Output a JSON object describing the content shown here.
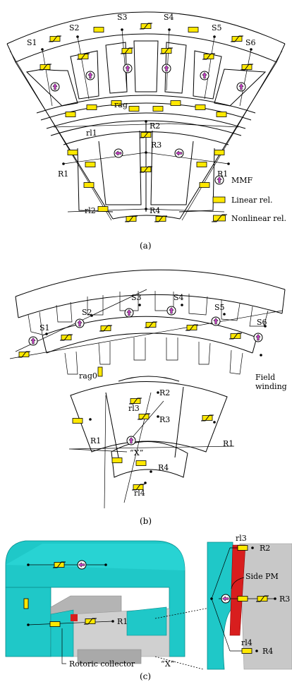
{
  "colors": {
    "reluctance_fill": "#ffe800",
    "mmf_arrow": "#c040c0",
    "iron_cyan": "#1fc8c8",
    "side_pm_red": "#d81e1e",
    "stator_gray": "#c8c8c8"
  },
  "panel_a": {
    "caption": "(a)",
    "stator_labels": [
      "S1",
      "S2",
      "S3",
      "S4",
      "S5",
      "S6"
    ],
    "labels": {
      "rag": "rag",
      "rl1": "rl1",
      "rl2": "rl2",
      "r2": "R2",
      "r3": "R3",
      "r4": "R4",
      "r1_left": "R1",
      "r1_right": "R1"
    },
    "legend": {
      "mmf": "MMF",
      "linear": "Linear rel.",
      "nonlinear": "Nonlinear rel."
    }
  },
  "panel_b": {
    "caption": "(b)",
    "stator_labels": [
      "S1",
      "S2",
      "S3",
      "S4",
      "S5",
      "S6"
    ],
    "labels": {
      "rag0": "rag0",
      "r2": "R2",
      "rl3": "rl3",
      "r3": "R3",
      "r1_left": "R1",
      "r1_right": "R1",
      "x": "“X”",
      "r4": "R4",
      "rl4": "rl4",
      "field_winding_1": "Field",
      "field_winding_2": "winding"
    }
  },
  "panel_c": {
    "caption": "(c)",
    "labels": {
      "r1": "R1",
      "rotoric_collector": "Rotoric collector",
      "x": "“X”",
      "rl3": "rl3",
      "r2": "R2",
      "side_pm": "Side PM",
      "r3": "R3",
      "rl4": "rl4",
      "r4": "R4"
    }
  },
  "icons": {
    "mmf": "mmf-source-icon",
    "linear": "linear-reluctance-icon",
    "nonlinear": "nonlinear-reluctance-icon"
  }
}
